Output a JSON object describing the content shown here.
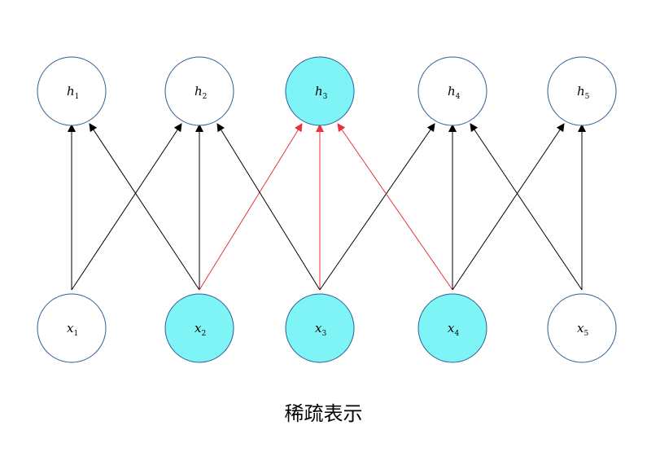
{
  "colors": {
    "active_fill": "#7ef4f7",
    "inactive_fill": "#ffffff",
    "node_stroke": "#2e5f94",
    "edge_default": "#000000",
    "edge_highlight": "#e8323c"
  },
  "hidden_nodes": [
    {
      "var": "h",
      "sub": "1",
      "active": false
    },
    {
      "var": "h",
      "sub": "2",
      "active": false
    },
    {
      "var": "h",
      "sub": "3",
      "active": true
    },
    {
      "var": "h",
      "sub": "4",
      "active": false
    },
    {
      "var": "h",
      "sub": "5",
      "active": false
    }
  ],
  "input_nodes": [
    {
      "var": "x",
      "sub": "1",
      "active": false
    },
    {
      "var": "x",
      "sub": "2",
      "active": true
    },
    {
      "var": "x",
      "sub": "3",
      "active": true
    },
    {
      "var": "x",
      "sub": "4",
      "active": true
    },
    {
      "var": "x",
      "sub": "5",
      "active": false
    }
  ],
  "edges": [
    {
      "from": 1,
      "to": 1,
      "highlight": false
    },
    {
      "from": 1,
      "to": 2,
      "highlight": false
    },
    {
      "from": 2,
      "to": 1,
      "highlight": false
    },
    {
      "from": 2,
      "to": 2,
      "highlight": false
    },
    {
      "from": 2,
      "to": 3,
      "highlight": true
    },
    {
      "from": 3,
      "to": 2,
      "highlight": false
    },
    {
      "from": 3,
      "to": 3,
      "highlight": true
    },
    {
      "from": 3,
      "to": 4,
      "highlight": false
    },
    {
      "from": 4,
      "to": 3,
      "highlight": true
    },
    {
      "from": 4,
      "to": 4,
      "highlight": false
    },
    {
      "from": 4,
      "to": 5,
      "highlight": false
    },
    {
      "from": 5,
      "to": 4,
      "highlight": false
    },
    {
      "from": 5,
      "to": 5,
      "highlight": false
    }
  ],
  "caption": "稀疏表示"
}
